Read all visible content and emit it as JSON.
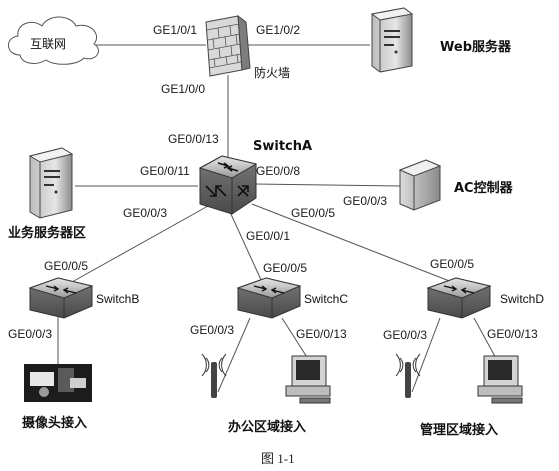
{
  "nodes": {
    "internet": "互联网",
    "firewall": "防火墙",
    "web_server": "Web服务器",
    "switch_a": "SwitchA",
    "ac_controller": "AC控制器",
    "business_servers": "业务服务器区",
    "switch_b": "SwitchB",
    "switch_c": "SwitchC",
    "switch_d": "SwitchD",
    "camera_access": "摄像头接入",
    "office_access": "办公区域接入",
    "mgmt_access": "管理区域接入"
  },
  "ports": {
    "fw_internet": "GE1/0/1",
    "fw_web": "GE1/0/2",
    "fw_down": "GE1/0/0",
    "a_up": "GE0/0/13",
    "a_servers": "GE0/0/11",
    "a_ac": "GE0/0/8",
    "a_switchb": "GE0/0/3",
    "a_switchc": "GE0/0/1",
    "a_switchd": "GE0/0/5",
    "ac_port": "GE0/0/3",
    "b_up": "GE0/0/5",
    "b_down": "GE0/0/3",
    "c_up": "GE0/0/5",
    "c_left": "GE0/0/3",
    "c_right": "GE0/0/13",
    "d_up": "GE0/0/5",
    "d_left": "GE0/0/3",
    "d_right": "GE0/0/13"
  },
  "caption": "图 1-1"
}
